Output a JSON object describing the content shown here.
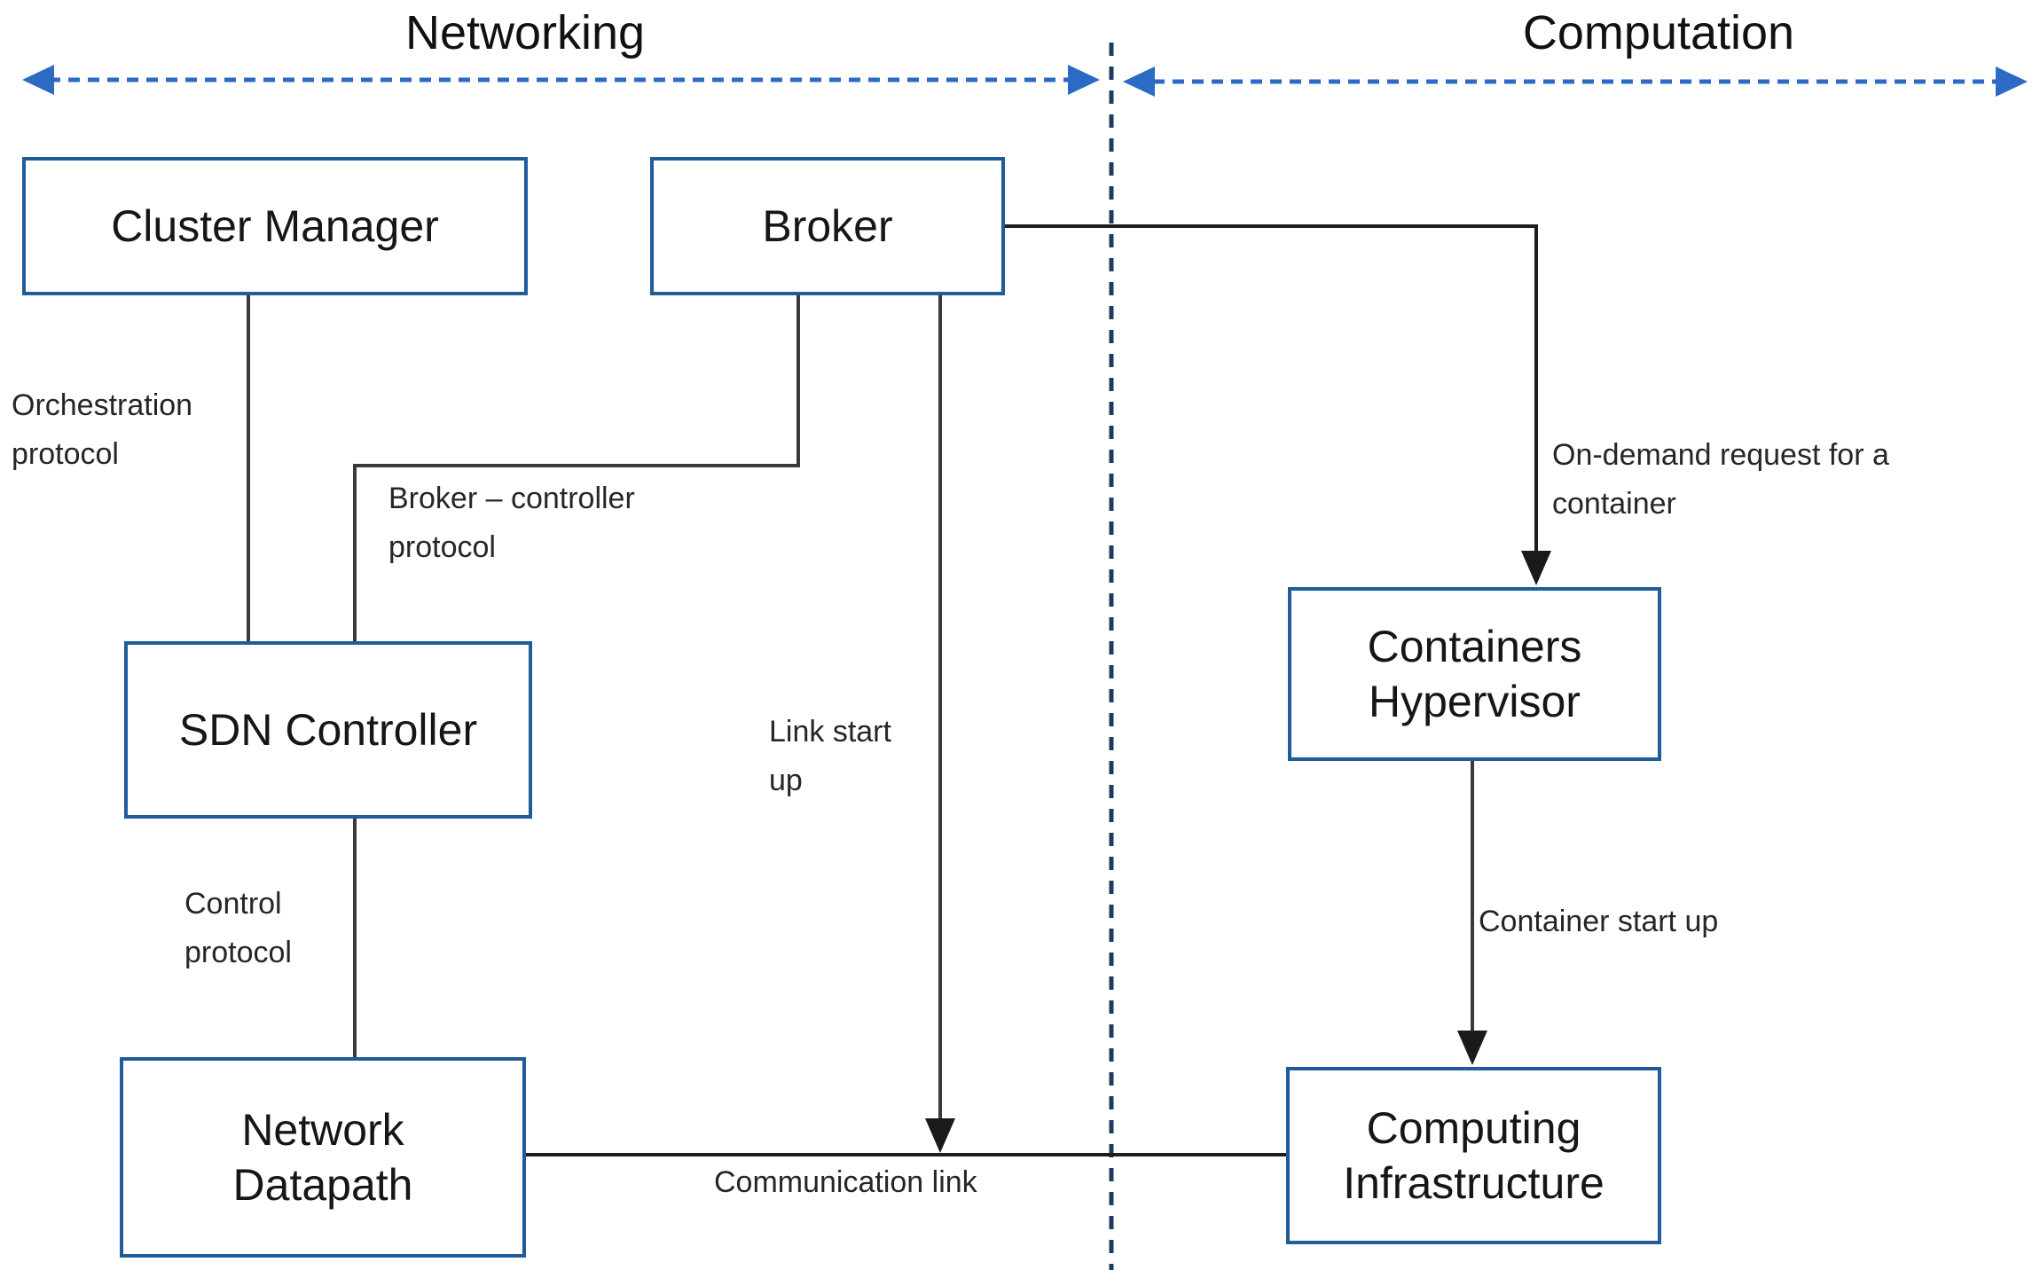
{
  "diagram": {
    "sections": {
      "networking": {
        "title": "Networking"
      },
      "computation": {
        "title": "Computation"
      }
    },
    "nodes": {
      "cluster_manager": {
        "label": "Cluster Manager"
      },
      "broker": {
        "label": "Broker"
      },
      "sdn_controller": {
        "label": "SDN Controller"
      },
      "network_datapath": {
        "label": "Network\nDatapath"
      },
      "containers_hypervisor": {
        "label": "Containers\nHypervisor"
      },
      "computing_infrastructure": {
        "label": "Computing\nInfrastructure"
      }
    },
    "edge_labels": {
      "orchestration_protocol": "Orchestration\nprotocol",
      "broker_controller_protocol": "Broker – controller\nprotocol",
      "link_start_up": "Link start\nup",
      "control_protocol": "Control\nprotocol",
      "communication_link": "Communication link",
      "on_demand_request": "On-demand request for a\ncontainer",
      "container_start_up": "Container start up"
    },
    "colors": {
      "box_border": "#1f5c99",
      "section_arrow_blue": "#2b6bc4",
      "divider_navy": "#1f3864",
      "connector_gray": "#3a3a3a",
      "arrowhead_black": "#1a1a1a",
      "text": "#1a1a1a"
    }
  }
}
